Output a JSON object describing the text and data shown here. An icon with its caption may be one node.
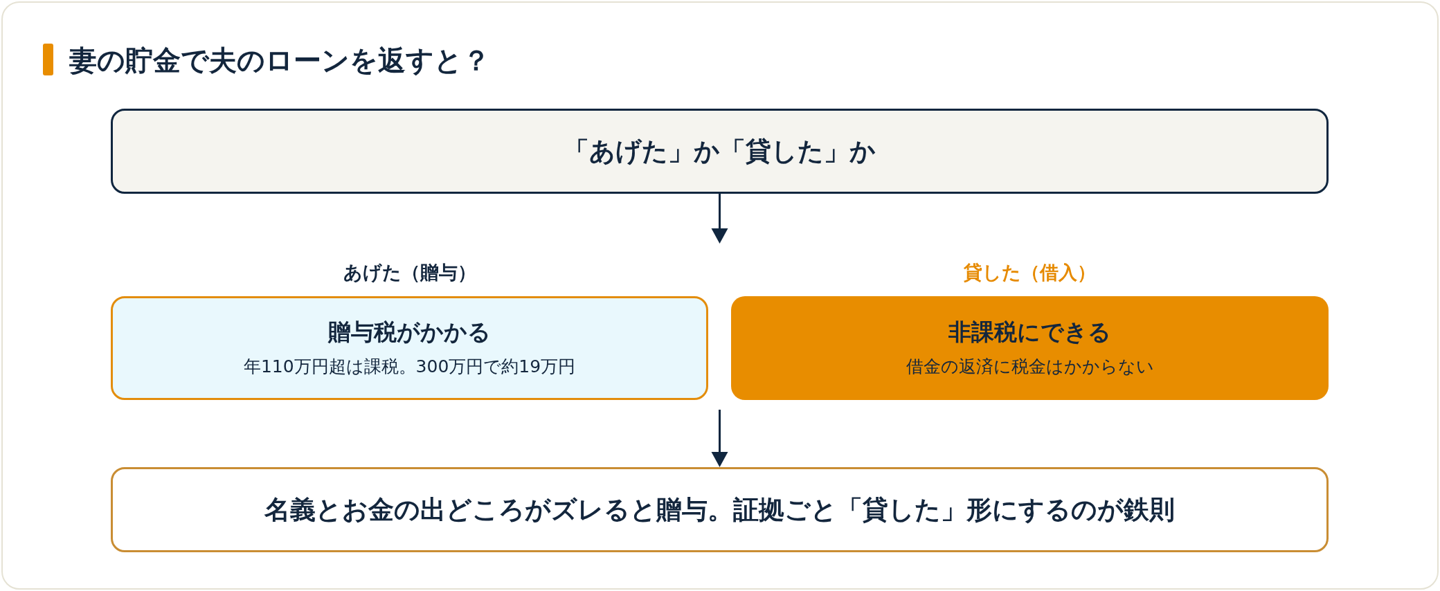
{
  "diagram": {
    "title": "妻の貯金で夫のローンを返すと？",
    "nodes": [
      {
        "text": [
          "「あげた」か「貸した」か"
        ]
      },
      {
        "text": [
          "あげた（贈与）",
          "贈与税がかかる",
          "年110万円超は課税。300万円で約19万円"
        ]
      },
      {
        "text": [
          "貸した（借入）",
          "非課税にできる",
          "借金の返済に税金はかからない"
        ]
      },
      {
        "text": [
          "名義とお金の出どころがズレると贈与。証拠ごと「貸した」形にするのが鉄則"
        ]
      }
    ],
    "edges": [
      {
        "from": 0,
        "to": null,
        "arrow": "to"
      },
      {
        "from": 1,
        "to": 3,
        "arrow": "to"
      },
      {
        "from": 2,
        "to": 3,
        "arrow": "to"
      }
    ]
  }
}
